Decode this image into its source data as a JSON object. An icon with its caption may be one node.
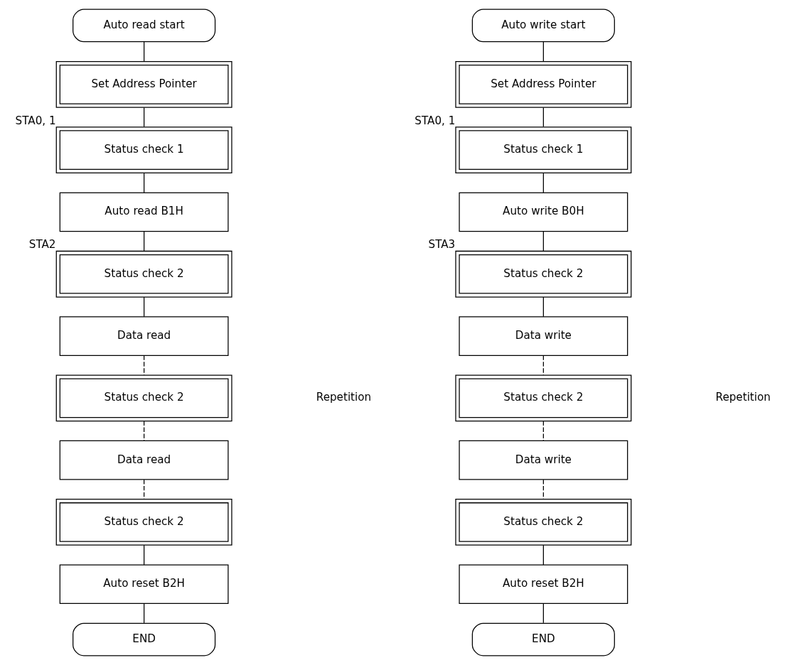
{
  "diagram": {
    "nodes": [
      {
        "text": [
          "Auto read start"
        ]
      },
      {
        "text": [
          "Set Address Pointer"
        ]
      },
      {
        "text": [
          "Status check 1"
        ],
        "beside": [
          "STA0, 1"
        ]
      },
      {
        "text": [
          "Auto read B1H"
        ]
      },
      {
        "text": [
          "Status check 2"
        ],
        "beside": [
          "STA2"
        ]
      },
      {
        "text": [
          "Data read"
        ]
      },
      {
        "text": [
          "Status check 2"
        ]
      },
      {
        "text": [
          "Data read"
        ]
      },
      {
        "text": [
          "Status check 2"
        ]
      },
      {
        "text": [
          "Auto reset B2H"
        ]
      },
      {
        "text": [
          "END"
        ]
      },
      {
        "text": [
          "Auto write start"
        ]
      },
      {
        "text": [
          "Set Address Pointer"
        ]
      },
      {
        "text": [
          "Status check 1"
        ],
        "beside": [
          "STA0, 1"
        ]
      },
      {
        "text": [
          "Auto write B0H"
        ]
      },
      {
        "text": [
          "Status check 2"
        ],
        "beside": [
          "STA3"
        ]
      },
      {
        "text": [
          "Data write"
        ]
      },
      {
        "text": [
          "Status check 2"
        ]
      },
      {
        "text": [
          "Data write"
        ]
      },
      {
        "text": [
          "Status check 2"
        ]
      },
      {
        "text": [
          "Auto reset B2H"
        ]
      },
      {
        "text": [
          "END"
        ]
      }
    ],
    "edges": [
      {
        "from": 0,
        "to": 1,
        "arrow": "none"
      },
      {
        "from": 1,
        "to": 2,
        "arrow": "none"
      },
      {
        "from": 2,
        "to": 3,
        "arrow": "none"
      },
      {
        "from": 3,
        "to": 4,
        "arrow": "none"
      },
      {
        "from": 4,
        "to": 5,
        "arrow": "none"
      },
      {
        "from": 5,
        "to": 6,
        "arrow": "none",
        "style": "dashed"
      },
      {
        "from": 6,
        "to": 7,
        "arrow": "none",
        "style": "dashed"
      },
      {
        "from": 7,
        "to": 8,
        "arrow": "none",
        "style": "dashed"
      },
      {
        "from": 8,
        "to": 9,
        "arrow": "none"
      },
      {
        "from": 9,
        "to": 10,
        "arrow": "none"
      },
      {
        "from": 11,
        "to": 12,
        "arrow": "none"
      },
      {
        "from": 12,
        "to": 13,
        "arrow": "none"
      },
      {
        "from": 13,
        "to": 14,
        "arrow": "none"
      },
      {
        "from": 14,
        "to": 15,
        "arrow": "none"
      },
      {
        "from": 15,
        "to": 16,
        "arrow": "none"
      },
      {
        "from": 16,
        "to": 17,
        "arrow": "none",
        "style": "dashed"
      },
      {
        "from": 17,
        "to": 18,
        "arrow": "none",
        "style": "dashed"
      },
      {
        "from": 18,
        "to": 19,
        "arrow": "none",
        "style": "dashed"
      },
      {
        "from": 19,
        "to": 20,
        "arrow": "none"
      },
      {
        "from": 20,
        "to": 21,
        "arrow": "none"
      }
    ],
    "labels": [
      "Repetition",
      "Repetition"
    ]
  }
}
